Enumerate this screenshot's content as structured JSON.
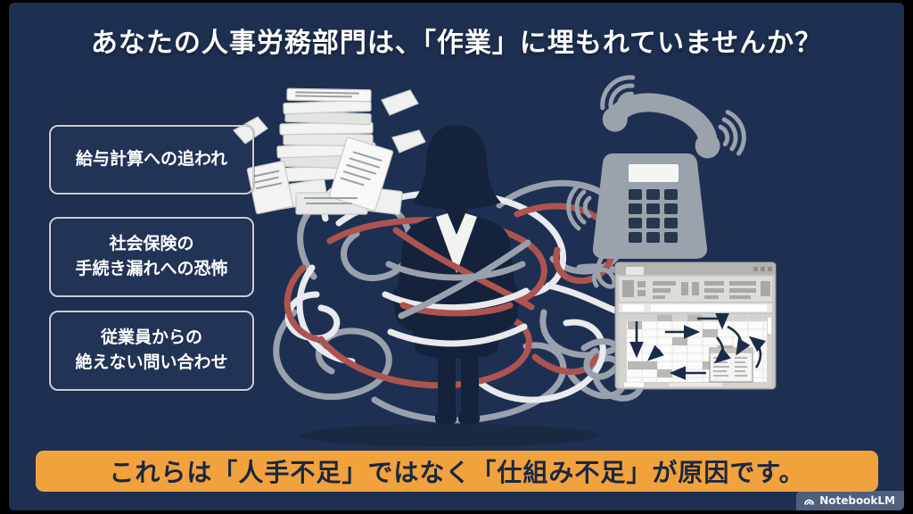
{
  "slide": {
    "title": "あなたの人事労務部門は、「作業」に埋もれていませんか？",
    "pain_points": [
      {
        "label": "給与計算への追われ",
        "lines": [
          "給与計算への追われ"
        ]
      },
      {
        "label": "社会保険の手続き漏れへの恐怖",
        "lines": [
          "社会保険の",
          "手続き漏れへの恐怖"
        ]
      },
      {
        "label": "従業員からの絶えない問い合わせ",
        "lines": [
          "従業員からの",
          "絶えない問い合わせ"
        ]
      }
    ],
    "conclusion": "これらは「人手不足」ではなく「仕組み不足」が原因です。",
    "watermark": "NotebookLM",
    "illustrations": {
      "person": "person-tangled-in-wires",
      "papers": "paper-stack",
      "phone": "ringing-telephone",
      "spreadsheet": "chaotic-spreadsheet"
    },
    "colors": {
      "background_navy": "#1e3052",
      "banner_orange": "#f1a23d",
      "banner_text": "#1a2741",
      "wire_gray": "#98a1ad",
      "wire_light": "#e8eaed",
      "wire_red": "#ad5350",
      "silhouette": "#15223c",
      "box_border": "#c9ced8"
    }
  }
}
